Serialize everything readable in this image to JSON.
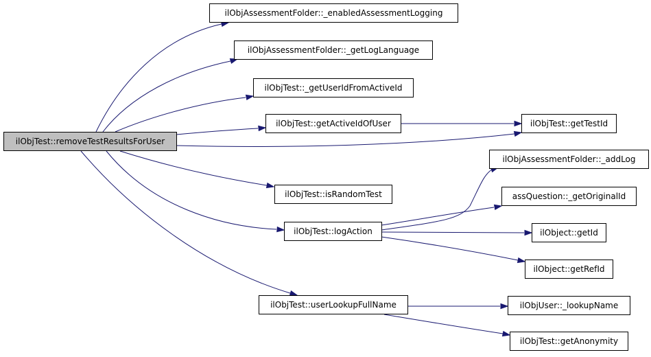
{
  "colors": {
    "edge": "#191970",
    "node_fill": "#ffffff",
    "root_fill": "#bfbfbf",
    "node_border": "#000000"
  },
  "nodes": {
    "root": "ilObjTest::removeTestResultsForUser",
    "enabled_logging": "ilObjAssessmentFolder::_enabledAssessmentLogging",
    "get_log_language": "ilObjAssessmentFolder::_getLogLanguage",
    "get_userid_from_activeid": "ilObjTest::_getUserIdFromActiveId",
    "get_activeid_of_user": "ilObjTest::getActiveIdOfUser",
    "get_testid": "ilObjTest::getTestId",
    "add_log": "ilObjAssessmentFolder::_addLog",
    "is_random_test": "ilObjTest::isRandomTest",
    "get_original_id": "assQuestion::_getOriginalId",
    "log_action": "ilObjTest::logAction",
    "object_get_id": "ilObject::getId",
    "object_get_refid": "ilObject::getRefId",
    "user_lookup_fullname": "ilObjTest::userLookupFullName",
    "lookup_name": "ilObjUser::_lookupName",
    "get_anonymity": "ilObjTest::getAnonymity"
  },
  "edges": [
    [
      "root",
      "enabled_logging"
    ],
    [
      "root",
      "get_log_language"
    ],
    [
      "root",
      "get_userid_from_activeid"
    ],
    [
      "root",
      "get_activeid_of_user"
    ],
    [
      "root",
      "get_testid"
    ],
    [
      "root",
      "is_random_test"
    ],
    [
      "root",
      "log_action"
    ],
    [
      "root",
      "user_lookup_fullname"
    ],
    [
      "get_activeid_of_user",
      "get_testid"
    ],
    [
      "log_action",
      "add_log"
    ],
    [
      "log_action",
      "get_original_id"
    ],
    [
      "log_action",
      "object_get_id"
    ],
    [
      "log_action",
      "object_get_refid"
    ],
    [
      "user_lookup_fullname",
      "lookup_name"
    ],
    [
      "user_lookup_fullname",
      "get_anonymity"
    ]
  ]
}
